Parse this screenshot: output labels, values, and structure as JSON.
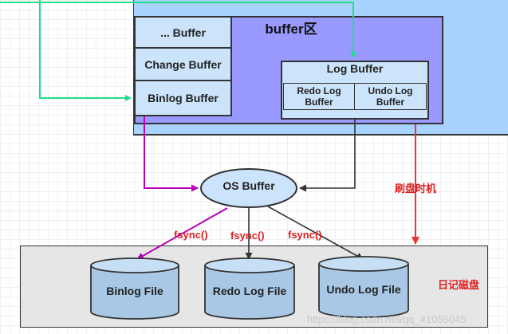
{
  "region": {
    "title": "buffer区"
  },
  "boxes": {
    "dots_buffer": "... Buffer",
    "change_buffer": "Change Buffer",
    "binlog_buffer": "Binlog Buffer",
    "log_buffer": "Log Buffer",
    "redo_log_buffer_line1": "Redo Log",
    "redo_log_buffer_line2": "Buffer",
    "undo_log_buffer_line1": "Undo Log",
    "undo_log_buffer_line2": "Buffer",
    "os_buffer": "OS Buffer"
  },
  "arrows": {
    "flush_timing": "刷盘时机",
    "fsync_binlog": "fsync()",
    "fsync_redo": "fsync()",
    "fsync_undo": "fsync()"
  },
  "disk": {
    "label": "日记磁盘",
    "files": [
      "Binlog File",
      "Redo Log File",
      "Undo Log File"
    ]
  },
  "watermark": "https://blog.csdn.net/qq_41055045",
  "colors": {
    "green_arrow": "#22dd88",
    "magenta_arrow": "#bb00bb",
    "red_arrow": "#ee3333",
    "dark_arrow": "#333333",
    "region_fill": "#9999ff",
    "outer_fill": "#a8d2ff",
    "box_fill": "#cce4fb"
  }
}
